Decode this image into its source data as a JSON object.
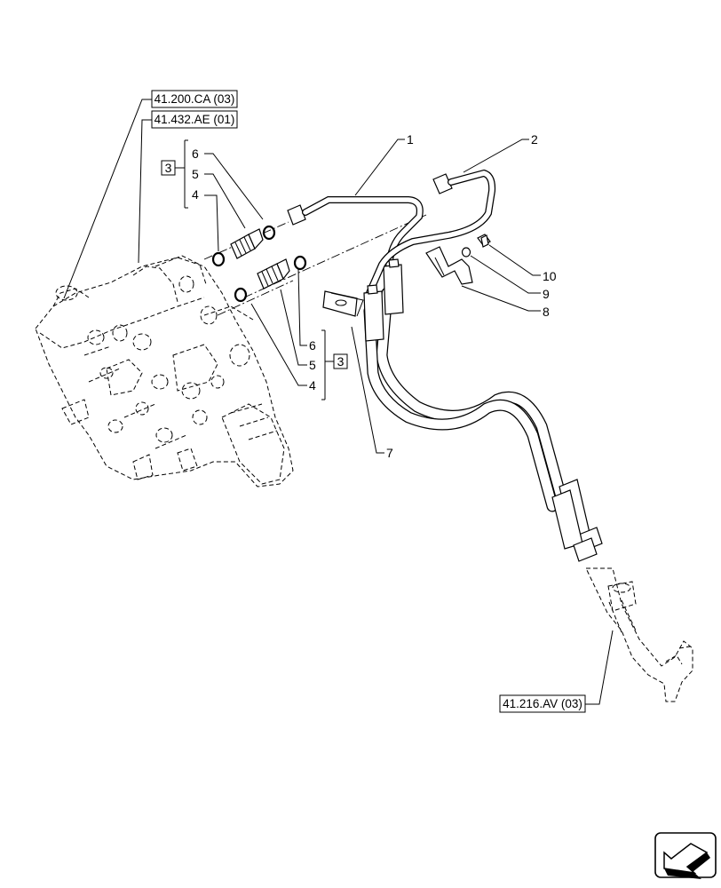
{
  "references": {
    "ref_41_200": "41.200.CA (03)",
    "ref_41_432": "41.432.AE (01)",
    "ref_41_216": "41.216.AV (03)"
  },
  "callouts": {
    "item_1": "1",
    "item_2": "2",
    "item_3_upper": "3",
    "item_3_lower": "3",
    "item_4_upper": "4",
    "item_4_lower": "4",
    "item_5_upper": "5",
    "item_5_lower": "5",
    "item_6_upper": "6",
    "item_6_lower": "6",
    "item_7": "7",
    "item_8": "8",
    "item_9": "9",
    "item_10": "10"
  },
  "icons": {
    "nav": "arrow-left-navigation-icon"
  }
}
